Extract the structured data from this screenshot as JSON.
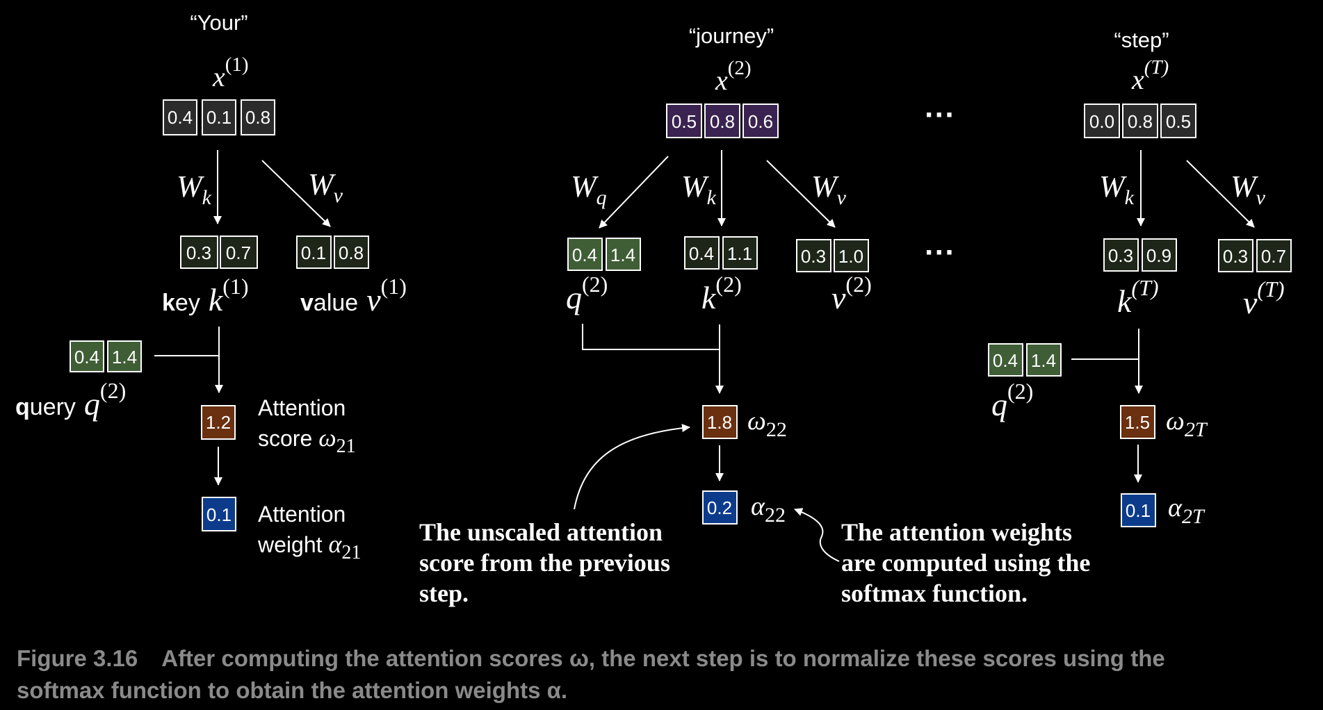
{
  "tokens": {
    "t1": {
      "word": "“Your”",
      "x_label": "x",
      "x_sup": "(1)",
      "x_values": [
        "0.4",
        "0.1",
        "0.8"
      ]
    },
    "t2": {
      "word": "“journey”",
      "x_label": "x",
      "x_sup": "(2)",
      "x_values": [
        "0.5",
        "0.8",
        "0.6"
      ]
    },
    "tT": {
      "word": "“step”",
      "x_label": "x",
      "x_sup": "(T)",
      "x_values": [
        "0.0",
        "0.8",
        "0.5"
      ]
    }
  },
  "weights": {
    "W": "W",
    "q": "q",
    "k": "k",
    "v": "v"
  },
  "col1": {
    "key_values": [
      "0.3",
      "0.7"
    ],
    "value_values": [
      "0.1",
      "0.8"
    ],
    "key_prefix_bold": "k",
    "key_prefix_rest": "ey",
    "key_var": "k",
    "key_sup": "(1)",
    "value_prefix_bold": "v",
    "value_prefix_rest": "alue",
    "value_var": "v",
    "value_sup": "(1)",
    "query_values": [
      "0.4",
      "1.4"
    ],
    "query_prefix_bold": "q",
    "query_prefix_rest": "uery",
    "query_var": "q",
    "query_sup": "(2)",
    "score_value": "1.2",
    "score_label_1": "Attention",
    "score_label_2": "score",
    "score_symbol": "ω",
    "score_sub": "21",
    "weight_value": "0.1",
    "weight_label_1": "Attention",
    "weight_label_2": "weight",
    "weight_symbol": "α",
    "weight_sub": "21"
  },
  "col2": {
    "query_values": [
      "0.4",
      "1.4"
    ],
    "key_values": [
      "0.4",
      "1.1"
    ],
    "value_values": [
      "0.3",
      "1.0"
    ],
    "q_var": "q",
    "q_sup": "(2)",
    "k_var": "k",
    "k_sup": "(2)",
    "v_var": "v",
    "v_sup": "(2)",
    "score_value": "1.8",
    "score_symbol": "ω",
    "score_sub": "22",
    "weight_value": "0.2",
    "weight_symbol": "α",
    "weight_sub": "22"
  },
  "colT": {
    "key_values": [
      "0.3",
      "0.9"
    ],
    "value_values": [
      "0.3",
      "0.7"
    ],
    "k_var": "k",
    "k_sup": "(T)",
    "v_var": "v",
    "v_sup": "(T)",
    "query_values": [
      "0.4",
      "1.4"
    ],
    "q_var": "q",
    "q_sup": "(2)",
    "score_value": "1.5",
    "score_symbol": "ω",
    "score_sub": "2T",
    "weight_value": "0.1",
    "weight_symbol": "α",
    "weight_sub": "2T"
  },
  "ellipsis": "···",
  "annotations": {
    "unscaled": [
      "The unscaled attention",
      "score from the previous",
      "step."
    ],
    "softmax": [
      "The attention weights",
      "are computed using the",
      "softmax function."
    ]
  },
  "caption": {
    "figure": "Figure 3.16",
    "text_1": "After computing the attention scores ω, the next step is to normalize these scores using the",
    "text_2": "softmax function to obtain the attention weights α."
  },
  "colors": {
    "background": "#000000",
    "cell_border": "#ffffff",
    "input_gray": "#2b2b2b",
    "input_purple": "#3a2350",
    "query_green": "#3f5e35",
    "key_value_dark": "#1d2618",
    "score_brown": "#6a3010",
    "weight_blue": "#0c3b8c",
    "caption_gray": "#8a8a8a"
  }
}
